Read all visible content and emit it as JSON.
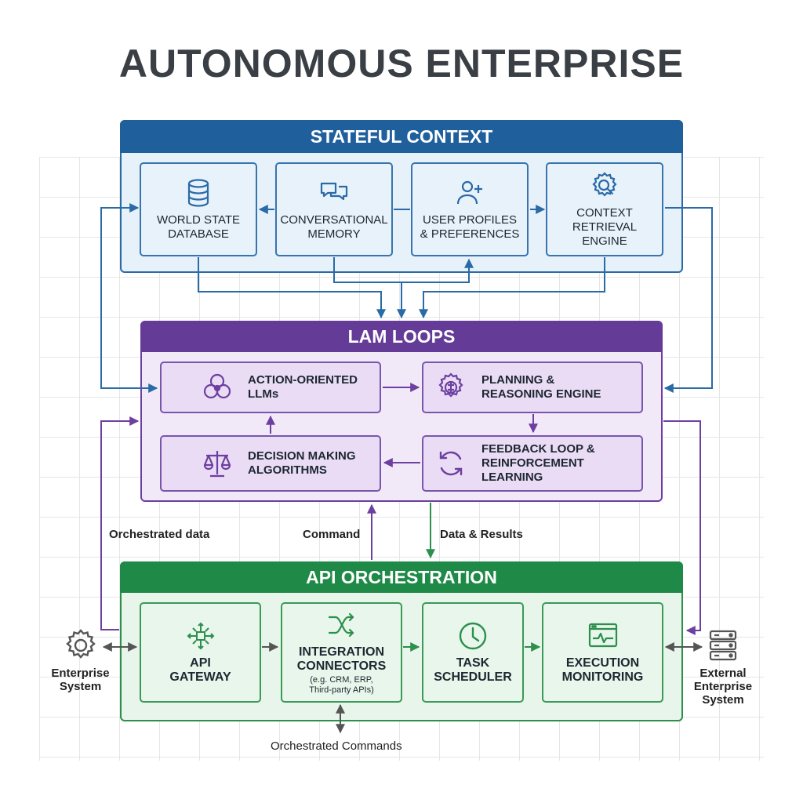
{
  "title": "AUTONOMOUS ENTERPRISE",
  "stateful_context": {
    "header": "STATEFUL CONTEXT",
    "items": [
      {
        "label_lines": [
          "WORLD STATE",
          "DATABASE"
        ],
        "icon": "database-icon"
      },
      {
        "label_lines": [
          "CONVERSATIONAL",
          "MEMORY"
        ],
        "icon": "chat-bubbles-icon"
      },
      {
        "label_lines": [
          "USER PROFILES",
          "& PREFERENCES"
        ],
        "icon": "user-add-icon"
      },
      {
        "label_lines": [
          "CONTEXT",
          "RETRIEVAL",
          "ENGINE"
        ],
        "icon": "gear-search-icon"
      }
    ]
  },
  "lam_loops": {
    "header": "LAM LOOPS",
    "items": [
      {
        "label_lines": [
          "ACTION-ORIENTED",
          "LLMs"
        ],
        "icon": "knot-icon"
      },
      {
        "label_lines": [
          "PLANNING &",
          "REASONING ENGINE"
        ],
        "icon": "gear-brain-icon"
      },
      {
        "label_lines": [
          "DECISION MAKING",
          "ALGORITHMS"
        ],
        "icon": "scales-icon"
      },
      {
        "label_lines": [
          "FEEDBACK LOOP &",
          "REINFORCEMENT",
          "LEARNING"
        ],
        "icon": "cycle-arrows-icon"
      }
    ]
  },
  "api_orchestration": {
    "header": "API ORCHESTRATION",
    "items": [
      {
        "label_lines": [
          "API",
          "GATEWAY"
        ],
        "icon": "network-hub-icon"
      },
      {
        "label_lines": [
          "INTEGRATION",
          "CONNECTORS"
        ],
        "sub_lines": [
          "(e.g. CRM, ERP,",
          "Third-party APIs)"
        ],
        "icon": "shuffle-icon"
      },
      {
        "label_lines": [
          "TASK",
          "SCHEDULER"
        ],
        "icon": "clock-icon"
      },
      {
        "label_lines": [
          "EXECUTION",
          "MONITORING"
        ],
        "icon": "monitor-pulse-icon"
      }
    ]
  },
  "edge_labels": {
    "orchestrated_data": "Orchestrated data",
    "command": "Command",
    "data_results": "Data & Results",
    "orchestrated_commands": "Orchestrated Commands"
  },
  "external": {
    "left": {
      "label_lines": [
        "Enterprise",
        "System"
      ],
      "icon": "gear-icon"
    },
    "right": {
      "label_lines": [
        "External",
        "Enterprise",
        "System"
      ],
      "icon": "server-icon"
    }
  },
  "colors": {
    "blue": "#1f5f9c",
    "purple": "#653b98",
    "green": "#1f8a48",
    "wire_gray": "#555555"
  }
}
